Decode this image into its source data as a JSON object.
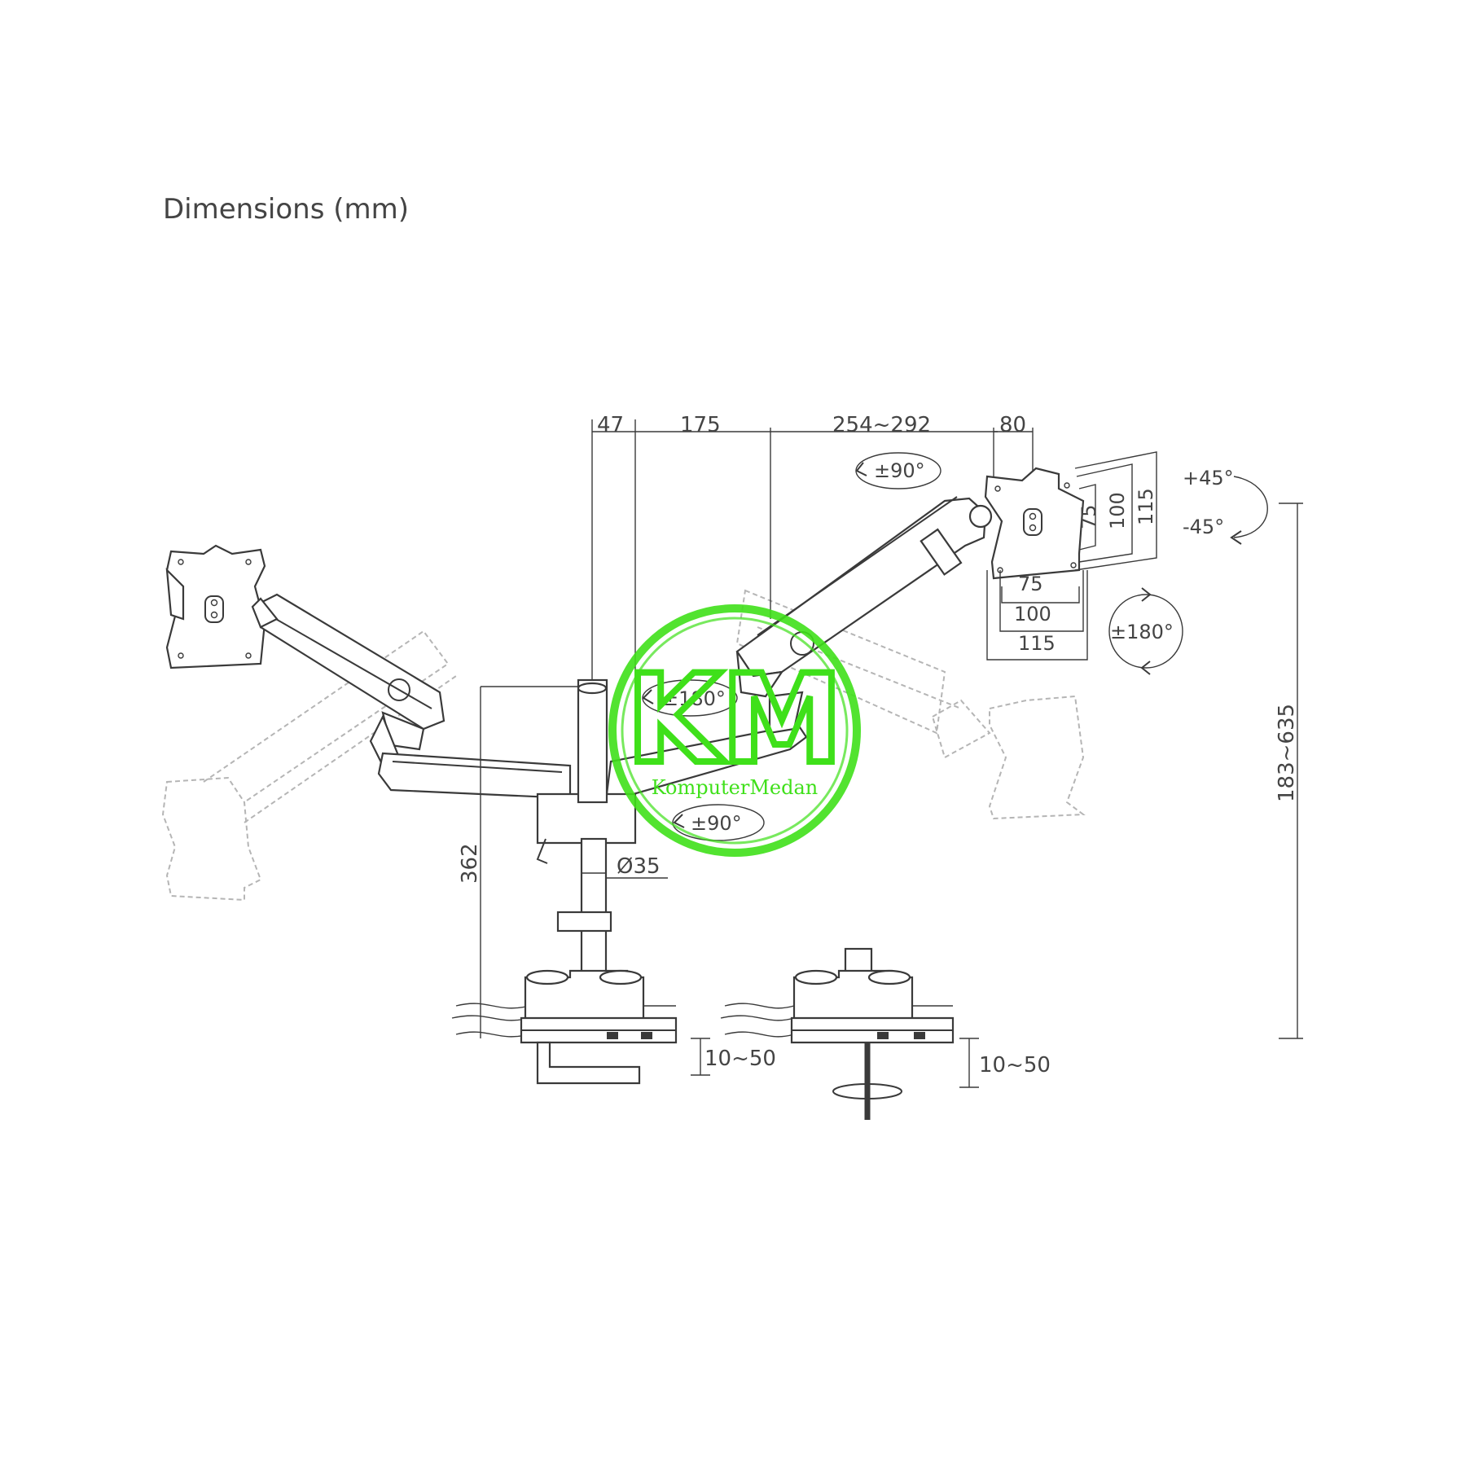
{
  "title": "Dimensions (mm)",
  "dimensions": {
    "top_47": "47",
    "top_175": "175",
    "top_254_292": "254~292",
    "top_80": "80",
    "vesa_v_75": "75",
    "vesa_v_100": "100",
    "vesa_v_115": "115",
    "vesa_h_75": "75",
    "vesa_h_100": "100",
    "vesa_h_115": "115",
    "height_362": "362",
    "height_183_635": "183~635",
    "pole_diameter": "Ø35",
    "clamp_range_1": "10~50",
    "clamp_range_2": "10~50"
  },
  "rotations": {
    "arm_top": "±90°",
    "tilt_up": "+45°",
    "tilt_down": "-45°",
    "rotate_right": "±180°",
    "arm_left": "±180°",
    "arm_bottom": "±90°"
  },
  "watermark": {
    "logo": "KM",
    "text": "KomputerMedan",
    "color": "#3fe01a"
  }
}
